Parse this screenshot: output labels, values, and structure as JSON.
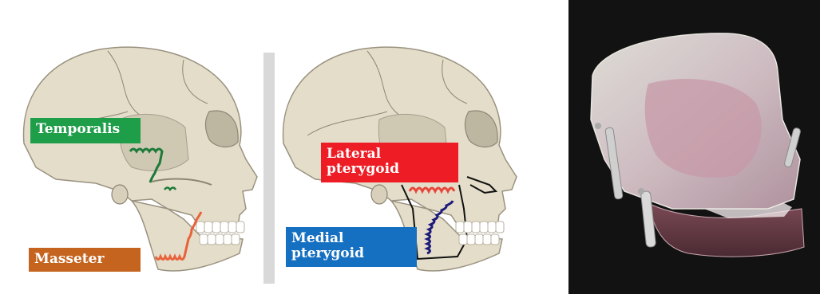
{
  "labels": {
    "temporalis": "Temporalis",
    "masseter": "Masseter",
    "lateral_pterygoid": "Lateral pterygoid",
    "medial_pterygoid": "Medial pterygoid"
  },
  "colors": {
    "temporalis": "#1f9e4a",
    "masseter": "#c5641f",
    "lateral_pterygoid": "#ee1c24",
    "medial_pterygoid": "#1670c1",
    "temporalis_spring": "#1d7a3a",
    "masseter_spring": "#e8623a",
    "lateral_spring": "#e8453a",
    "medial_spring": "#1c1a7a",
    "bone": "#e4ddc9",
    "bone_shadow": "#c9c1ab",
    "teeth": "#ffffff"
  },
  "icons": {
    "left_skull": "skull-lateral-view-icon",
    "middle_skull": "skull-lateral-view-icon",
    "photo": "transparent-skull-model-photo"
  }
}
